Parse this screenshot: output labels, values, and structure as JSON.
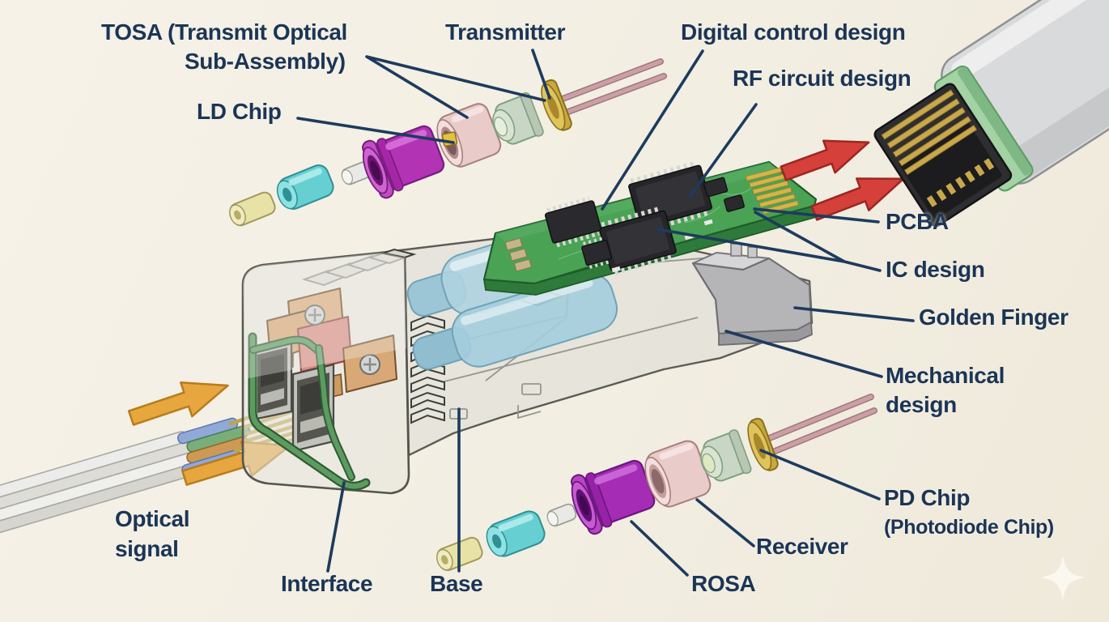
{
  "title": "SFP optical transceiver exploded-view diagram",
  "colors": {
    "background": "#f2eee2",
    "label_text": "#1b3556",
    "leader_line": "#1d3b5e",
    "arrow_red": "#d5403a",
    "arrow_orange": "#e7a63e",
    "pcb_green": "#4aa255",
    "golden_finger_gold": "#d3b54a",
    "tosa_barrel_magenta": "#b233b4",
    "rosa_barrel_purple": "#a52cb4",
    "latch_green": "#5d9b61"
  },
  "labels": {
    "tosa_line1": "TOSA (Transmit Optical",
    "tosa_line2": "Sub-Assembly)",
    "transmitter": "Transmitter",
    "ld_chip": "LD Chip",
    "digital_control": "Digital control design",
    "rf_circuit": "RF circuit design",
    "pcba": "PCBA",
    "ic_design": "IC design",
    "golden_finger": "Golden Finger",
    "mechanical_line1": "Mechanical",
    "mechanical_line2": "design",
    "pd_chip_line1": "PD Chip",
    "pd_chip_line2": "(Photodiode Chip)",
    "receiver": "Receiver",
    "rosa": "ROSA",
    "base": "Base",
    "interface": "Interface",
    "optical_line1": "Optical",
    "optical_line2": "signal"
  }
}
